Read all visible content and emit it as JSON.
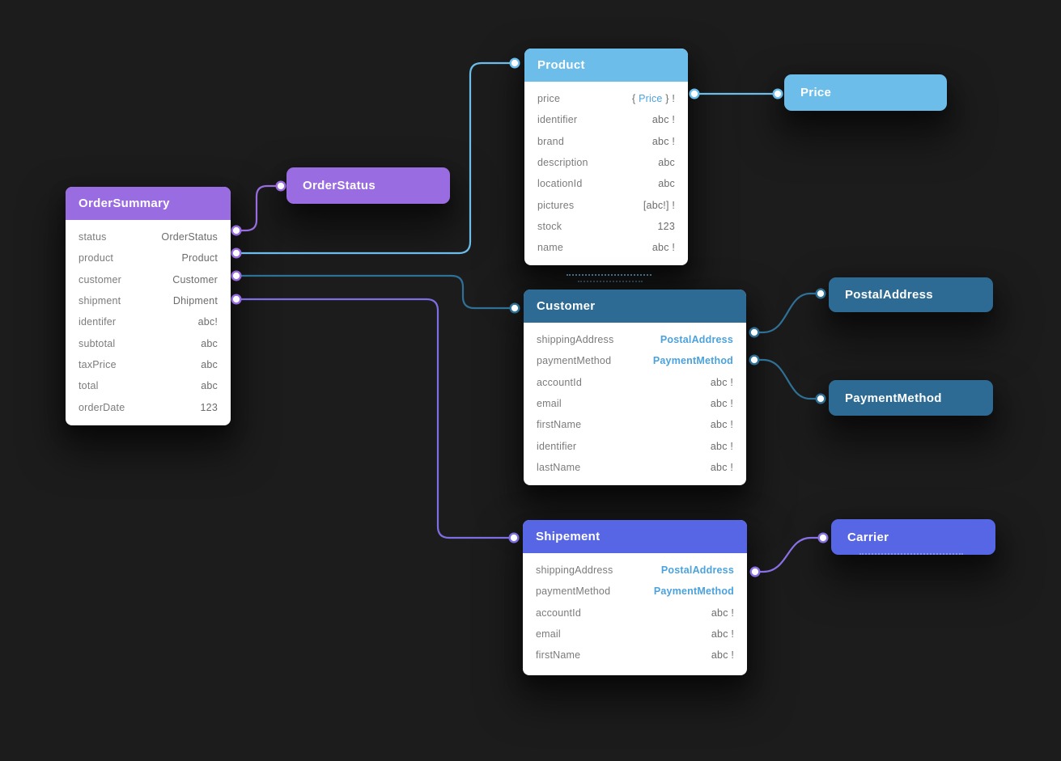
{
  "canvas": {
    "background": "#1c1c1c"
  },
  "colors": {
    "purple": "#9a6ce2",
    "light_blue": "#6cbde9",
    "teal": "#2e6b94",
    "indigo": "#5766e4",
    "link_blue": "#4ba2dc",
    "wire_purple": "#9a6ce2",
    "wire_light_blue": "#6cbdea",
    "wire_teal": "#2e7096",
    "wire_violet": "#7e6ee4"
  },
  "nodes": {
    "order_summary": {
      "title": "OrderSummary",
      "fields": [
        {
          "name": "status",
          "value": "OrderStatus"
        },
        {
          "name": "product",
          "value": "Product"
        },
        {
          "name": "customer",
          "value": "Customer"
        },
        {
          "name": "shipment",
          "value": "Dhipment"
        },
        {
          "name": "identifer",
          "value": "abc!"
        },
        {
          "name": "subtotal",
          "value": "abc"
        },
        {
          "name": "taxPrice",
          "value": "abc"
        },
        {
          "name": "total",
          "value": "abc"
        },
        {
          "name": "orderDate",
          "value": "123"
        }
      ]
    },
    "order_status": {
      "title": "OrderStatus"
    },
    "product": {
      "title": "Product",
      "fields": [
        {
          "name": "price",
          "value_prefix": "{ ",
          "value_link": "Price",
          "value_suffix": " } !"
        },
        {
          "name": "identifier",
          "value": "abc !"
        },
        {
          "name": "brand",
          "value": "abc !"
        },
        {
          "name": "description",
          "value": "abc"
        },
        {
          "name": "locationId",
          "value": "abc"
        },
        {
          "name": "pictures",
          "value": "[abc!] !"
        },
        {
          "name": "stock",
          "value": "123"
        },
        {
          "name": "name",
          "value": "abc !"
        }
      ]
    },
    "price": {
      "title": "Price"
    },
    "customer": {
      "title": "Customer",
      "fields": [
        {
          "name": "shippingAddress",
          "value": "PostalAddress"
        },
        {
          "name": "paymentMethod",
          "value": "PaymentMethod"
        },
        {
          "name": "accountId",
          "value": "abc !"
        },
        {
          "name": "email",
          "value": "abc !"
        },
        {
          "name": "firstName",
          "value": "abc !"
        },
        {
          "name": "identifier",
          "value": "abc !"
        },
        {
          "name": "lastName",
          "value": "abc !"
        }
      ]
    },
    "postal_address": {
      "title": "PostalAddress"
    },
    "payment_method": {
      "title": "PaymentMethod"
    },
    "shipement": {
      "title": "Shipement",
      "fields": [
        {
          "name": "shippingAddress",
          "value": "PostalAddress"
        },
        {
          "name": "paymentMethod",
          "value": "PaymentMethod"
        },
        {
          "name": "accountId",
          "value": "abc !"
        },
        {
          "name": "email",
          "value": "abc !"
        },
        {
          "name": "firstName",
          "value": "abc !"
        }
      ]
    },
    "carrier": {
      "title": "Carrier"
    }
  }
}
